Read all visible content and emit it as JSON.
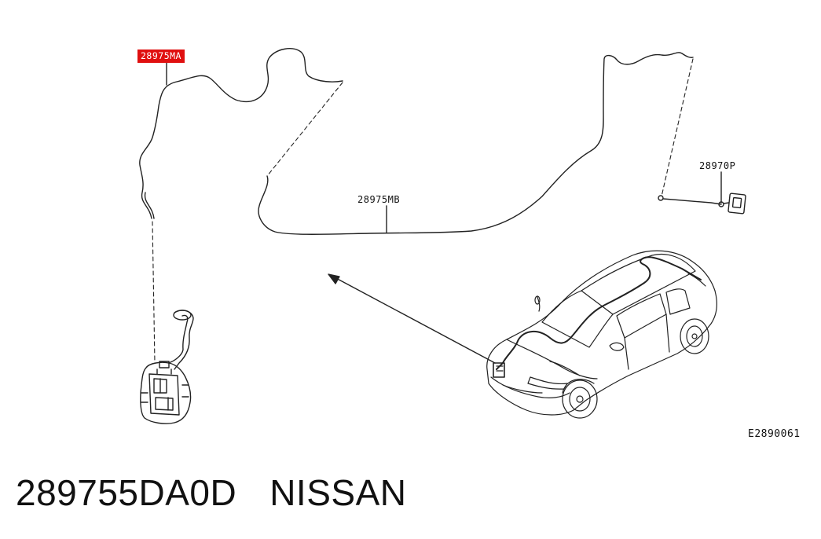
{
  "diagram": {
    "labels": {
      "hose_front": "28975MA",
      "hose_main": "28975MB",
      "nozzle": "28970P",
      "drawing_code": "E2890061"
    },
    "highlight_color": "#e01010"
  },
  "footer": {
    "part_number": "289755DA0D",
    "brand": "NISSAN"
  }
}
